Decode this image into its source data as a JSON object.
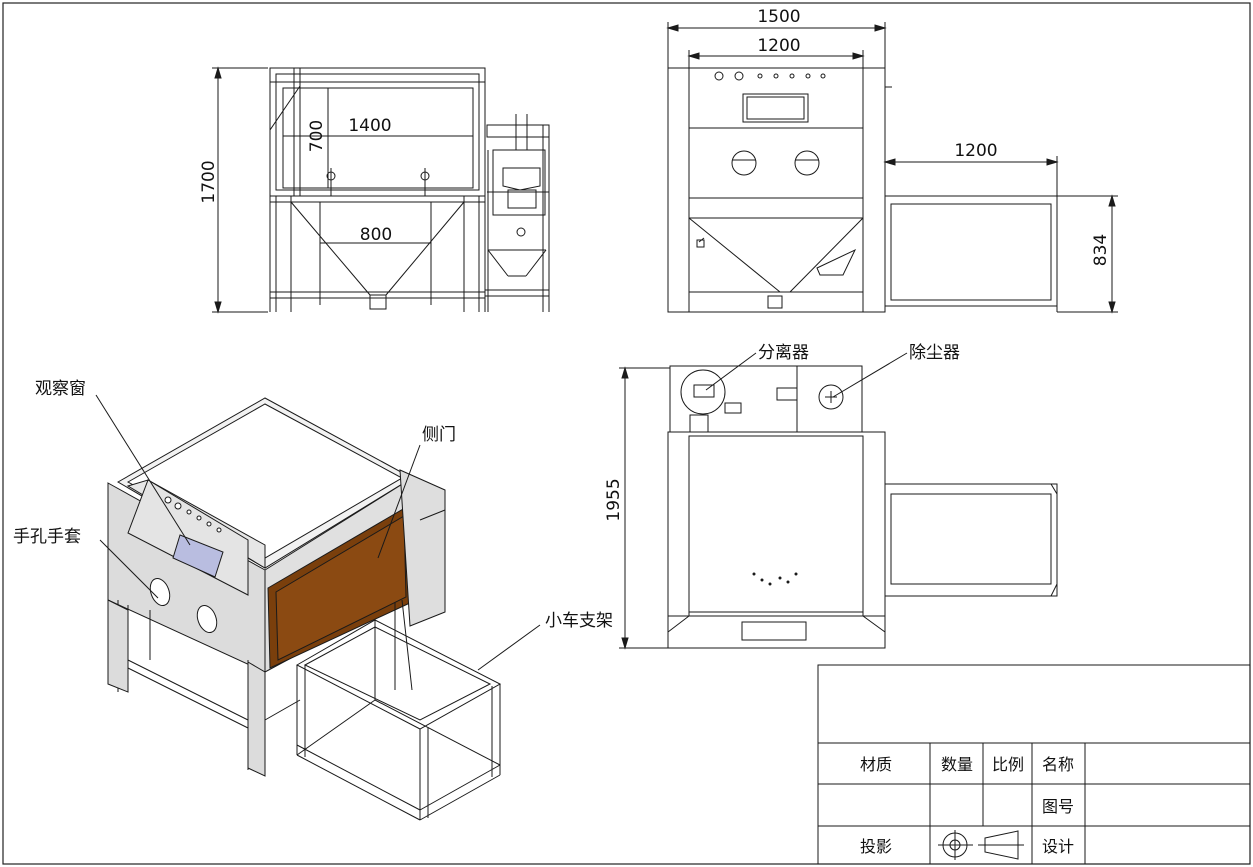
{
  "front_view": {
    "dim_width_outer": "1500",
    "dim_width_inner": "1200",
    "dim_cart_length": "1200",
    "dim_cart_height": "834"
  },
  "side_view": {
    "dim_height": "1700",
    "dim_chamber_width": "1400",
    "dim_chamber_height": "700",
    "dim_hopper_width": "800"
  },
  "top_view": {
    "dim_depth": "1955",
    "label_separator": "分离器",
    "label_dust_collector": "除尘器"
  },
  "iso_view": {
    "label_window": "观察窗",
    "label_side_door": "侧门",
    "label_gloves": "手孔手套",
    "label_cart": "小车支架"
  },
  "title_block": {
    "material": "材质",
    "quantity": "数量",
    "scale": "比例",
    "name": "名称",
    "drawing_no": "图号",
    "projection": "投影",
    "design": "设计"
  },
  "colors": {
    "line": "#1a1a1a",
    "door_fill": "#8b4a12",
    "window_fill": "#b9bde0",
    "panel_fill": "#d6d6d6"
  }
}
